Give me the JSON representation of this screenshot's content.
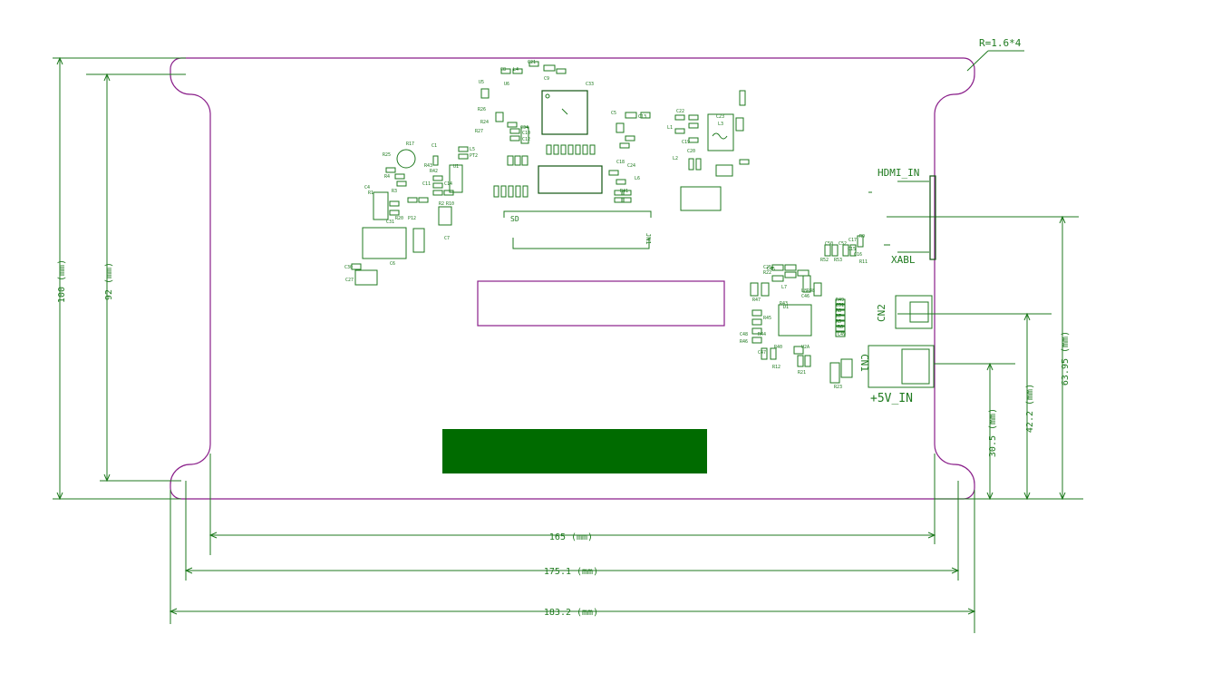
{
  "labels": {
    "radius_note": "R=1.6*4",
    "hdmi": "HDMI_IN",
    "xabl": "XABL",
    "cn2": "CN2",
    "cn1": "CN1",
    "power": "+5V_IN",
    "sd": "SD",
    "jn1": "JN1"
  },
  "dimensions": {
    "total_width": "183.2 (mm)",
    "hole_width": "175.1 (mm)",
    "inner_width": "165 (mm)",
    "total_height": "100 (mm)",
    "hole_height": "92 (mm)",
    "hdmi_height": "63.95 (mm)",
    "cn2_height": "42.2 (mm)",
    "cn1_height": "30.5 (mm)"
  },
  "components": [
    "C8",
    "L4",
    "C21",
    "C9",
    "C33",
    "U6",
    "U5",
    "R26",
    "R24",
    "R27",
    "C34",
    "C10",
    "C12",
    "R25",
    "R17",
    "C1",
    "L5",
    "PT2",
    "R43",
    "R42",
    "C4",
    "R1",
    "C11",
    "C14",
    "R2",
    "R10",
    "R3",
    "P12",
    "R4",
    "R20",
    "C31",
    "C30",
    "C27",
    "C6",
    "U1",
    "C7",
    "C5",
    "C13",
    "C22",
    "C23",
    "L1",
    "C19",
    "C20",
    "L2",
    "L3",
    "C18",
    "C24",
    "L6",
    "R41",
    "C25",
    "R22",
    "L7",
    "L8",
    "C46",
    "R43",
    "R44",
    "R46",
    "C47",
    "C48",
    "R47",
    "R45",
    "C45",
    "D1",
    "R40",
    "U2A",
    "R48",
    "R49",
    "C51",
    "R8",
    "R7",
    "R5",
    "R6",
    "C49",
    "C50",
    "C52",
    "R52",
    "R53",
    "C17",
    "R9",
    "C15",
    "C16",
    "R11",
    "R12",
    "R21",
    "R23"
  ],
  "colors": {
    "silkscreen": "#1f7a1f",
    "board_outline": "#8a1f8a",
    "keepout_fill": "#006b00"
  }
}
